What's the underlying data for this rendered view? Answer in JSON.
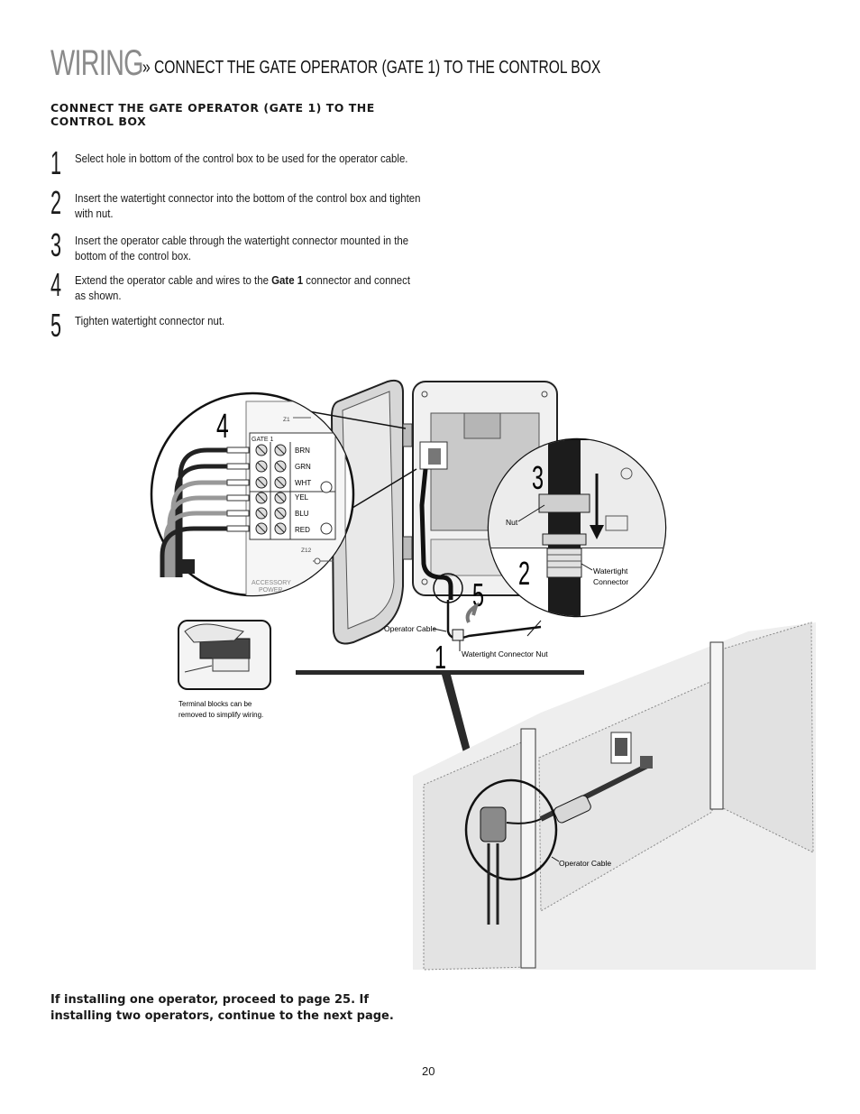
{
  "header": {
    "title_main": "WIRING",
    "title_sub": "» CONNECT THE GATE OPERATOR (GATE 1) TO THE CONTROL BOX"
  },
  "section_heading": "CONNECT THE GATE OPERATOR (GATE 1) TO THE CONTROL BOX",
  "steps": [
    {
      "num": "1",
      "text": "Select hole in bottom of the control box to be used for the operator cable."
    },
    {
      "num": "2",
      "text": "Insert the watertight connector into the bottom of the control box and tighten with nut."
    },
    {
      "num": "3",
      "text": "Insert the operator cable through the watertight connector mounted in the bottom of the control box."
    },
    {
      "num": "4",
      "text_before": "Extend the operator cable and wires to the ",
      "text_bold": "Gate 1",
      "text_after": " connector and connect as shown."
    },
    {
      "num": "5",
      "text": "Tighten watertight connector nut."
    }
  ],
  "diagram": {
    "callout_numbers": [
      "4",
      "3",
      "2",
      "5",
      "1"
    ],
    "terminal_header": "GATE 1",
    "terminal_top_label": "Z1",
    "terminal_bottom_label": "Z12",
    "accessory_label_1": "ACCESSORY",
    "accessory_label_2": "POWER",
    "wire_labels": [
      "BRN",
      "GRN",
      "WHT",
      "YEL",
      "BLU",
      "RED"
    ],
    "nut_label": "Nut",
    "watertight_connector_label_1": "Watertight",
    "watertight_connector_label_2": "Connector",
    "operator_cable_label": "Operator Cable",
    "watertight_nut_label": "Watertight Connector Nut",
    "terminal_note_1": "Terminal blocks can be",
    "terminal_note_2": "removed to simplify wiring.",
    "gate_operator_cable_label": "Operator Cable"
  },
  "footer_note": "If installing one operator, proceed to page 25. If installing two operators, continue to the next page.",
  "page_number": "20"
}
